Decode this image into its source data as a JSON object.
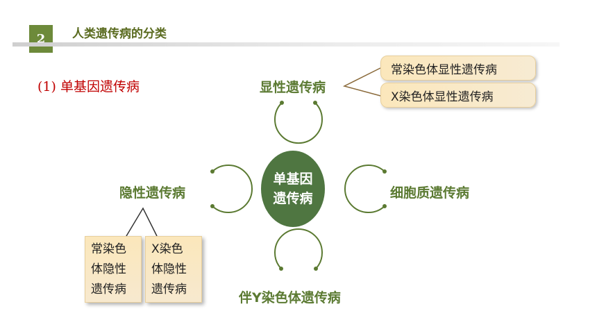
{
  "header": {
    "number": "2",
    "title": "人类遗传病的分类"
  },
  "section": {
    "label_num": "(1)",
    "label_text": "单基因遗传病"
  },
  "diagram": {
    "center": {
      "line1": "单基因",
      "line2": "遗传病"
    },
    "top": "显性遗传病",
    "left": "隐性遗传病",
    "right": "细胞质遗传病",
    "bottom": "伴Y染色体遗传病",
    "dominant_types": [
      "常染色体显性遗传病",
      "X染色体显性遗传病"
    ],
    "recessive_types": [
      {
        "lines": [
          "常染色",
          "体隐性",
          "遗传病"
        ]
      },
      {
        "lines": [
          "X染色",
          "体隐性",
          "遗传病"
        ]
      }
    ]
  },
  "colors": {
    "accent_green": "#4f7641",
    "label_green": "#5b7a32",
    "red": "#c00000",
    "card_fill": "#fbe7bb"
  }
}
